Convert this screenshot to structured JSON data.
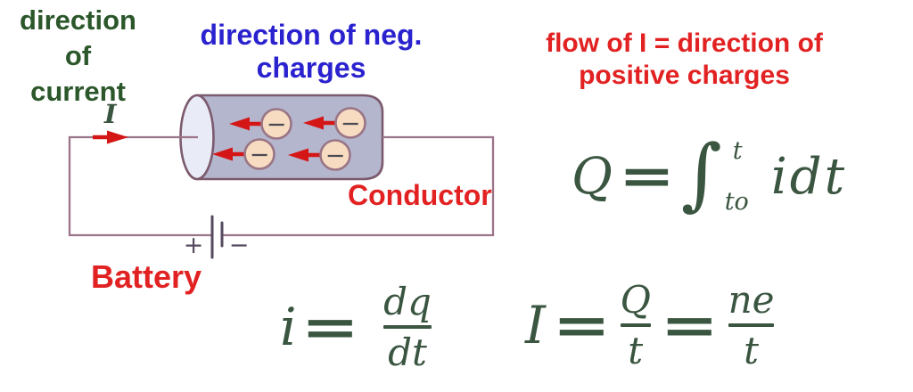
{
  "colors": {
    "label_green": "#2b572b",
    "label_blue": "#2a22ce",
    "label_red": "#e22222",
    "formula_green": "#3a5540",
    "wire": "#9b7489",
    "battery_bar": "#554a5e",
    "cylinder_fill": "#b4b6ce",
    "cylinder_cap_fill": "#e9ecf6",
    "cylinder_outline": "#7c5a6e",
    "charge_fill": "#f7dcc2",
    "charge_outline": "#9a7585",
    "charge_sign_color": "#4a4a52",
    "arrow_red": "#d41616"
  },
  "annotations": {
    "direction_of_current": {
      "lines": [
        "direction",
        "of",
        "current"
      ]
    },
    "current_symbol": "I",
    "direction_of_neg_charges": {
      "lines": [
        "direction of neg.",
        "charges"
      ]
    },
    "flow_of_current": {
      "lines": [
        "flow of I = direction of",
        "positive charges"
      ]
    },
    "conductor_label": "Conductor",
    "battery_label": "Battery"
  },
  "battery": {
    "plus": "+",
    "minus": "−"
  },
  "charges": {
    "sign": "−",
    "count": 4
  },
  "formulas": {
    "charge_integral": {
      "lhs": "Q",
      "eq": "=",
      "int": "∫",
      "upper_limit": "t",
      "lower_limit": "to",
      "integrand": "idt"
    },
    "instantaneous_current": {
      "lhs": "i",
      "eq": "=",
      "numerator": "dq",
      "denominator": "dt"
    },
    "average_current": {
      "lhs": "I",
      "eq1": "=",
      "num1": "Q",
      "den1": "t",
      "eq2": "=",
      "num2": "ne",
      "den2": "t"
    }
  }
}
